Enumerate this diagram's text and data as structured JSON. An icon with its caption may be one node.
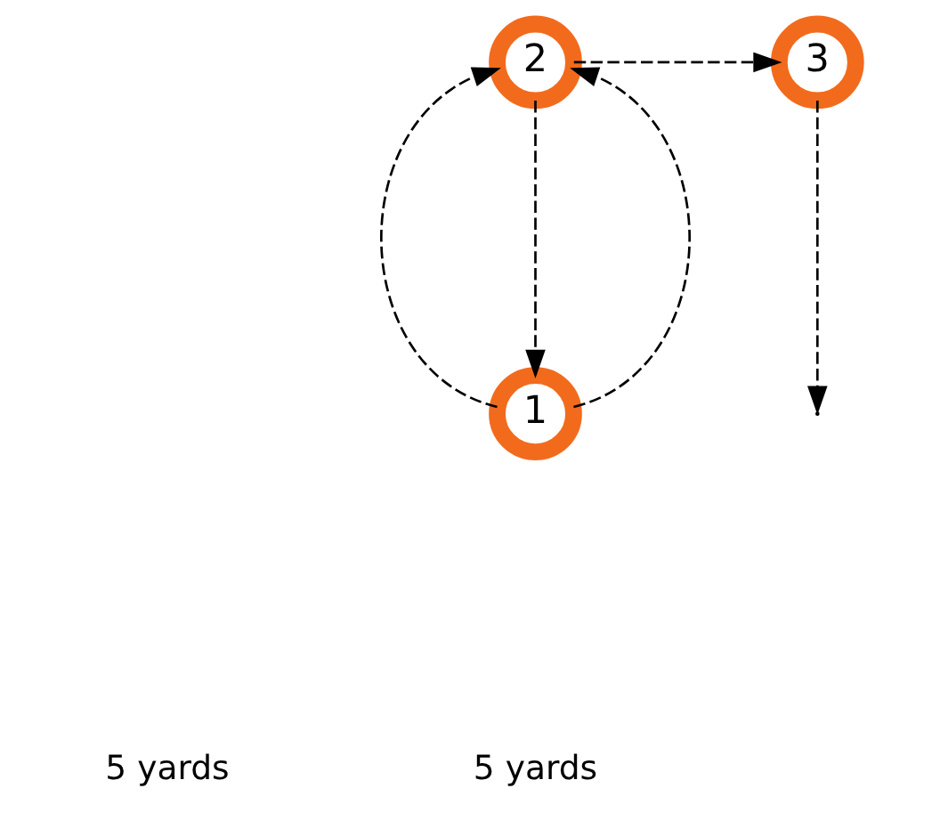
{
  "diagram": {
    "nodes": [
      {
        "text": [
          "1"
        ]
      },
      {
        "text": [
          "2"
        ]
      },
      {
        "text": [
          "3"
        ]
      }
    ],
    "edges": [
      {
        "from": 0,
        "to": 1,
        "arrow": "to",
        "style": "dashed"
      },
      {
        "from": 1,
        "to": 0,
        "arrow": "to",
        "style": "dashed"
      },
      {
        "from": 0,
        "to": 1,
        "arrow": "to",
        "style": "dashed"
      },
      {
        "from": 1,
        "to": 2,
        "arrow": "to",
        "style": "dashed"
      },
      {
        "from": 2,
        "to": null,
        "arrow": "to",
        "style": "dashed"
      }
    ],
    "labels": [
      "5 yards",
      "5 yards"
    ]
  }
}
